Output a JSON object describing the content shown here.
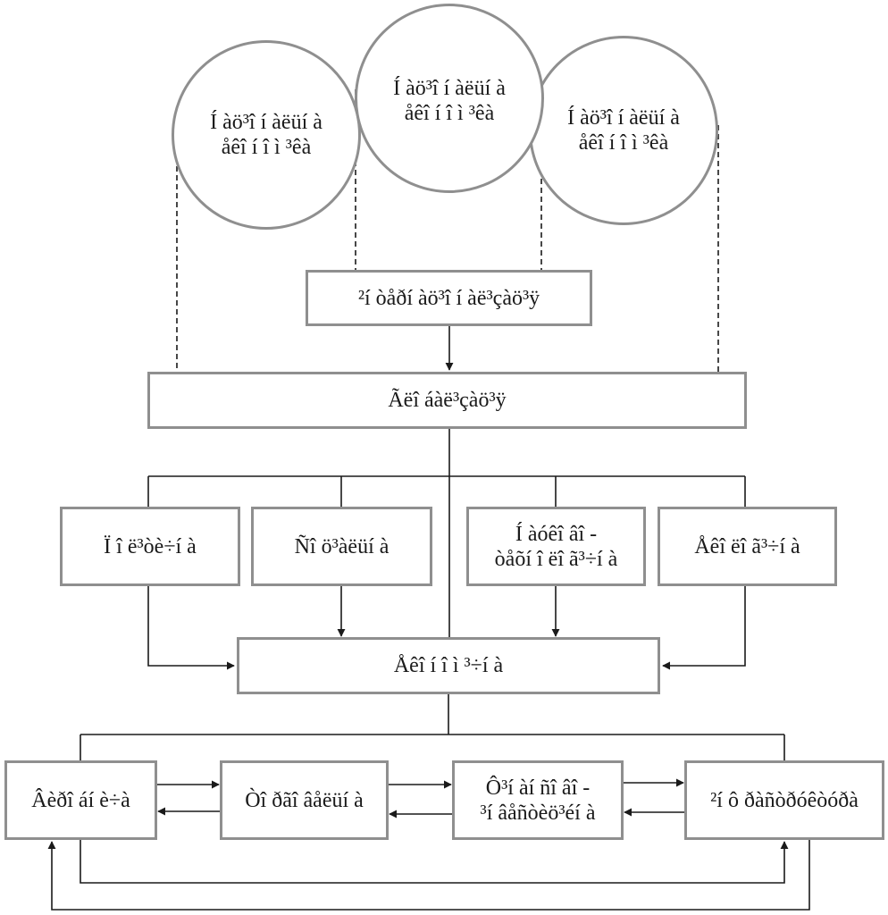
{
  "circles": [
    {
      "text": "Í  àö³î í  àëüí à\nåêî í î ì ³êà"
    },
    {
      "text": "Í  àö³î í  àëüí à\nåêî í î ì ³êà"
    },
    {
      "text": "Í  àö³î í  àëüí à\nåêî í î ì ³êà"
    }
  ],
  "boxes": {
    "integration": "²í òåðí àö³î í  àë³çàö³ÿ",
    "globalization": "Ãëî áàë³çàö³ÿ",
    "row2": [
      "Ï î ë³òè÷í à",
      "Ñî ö³àëüí à",
      "Í  àóêî âî -\nòåõí î ëî ã³÷í à",
      "Åêî ëî ã³÷í à"
    ],
    "economic": "Åêî í î ì ³÷í à",
    "row4": [
      "Âèðî áí è÷à",
      "Òî ðãî âåëüí à",
      "Ô³í àí ñî âî -\n³í âåñòèö³éí à",
      "²í ô ðàñòðóêòóðà"
    ]
  }
}
